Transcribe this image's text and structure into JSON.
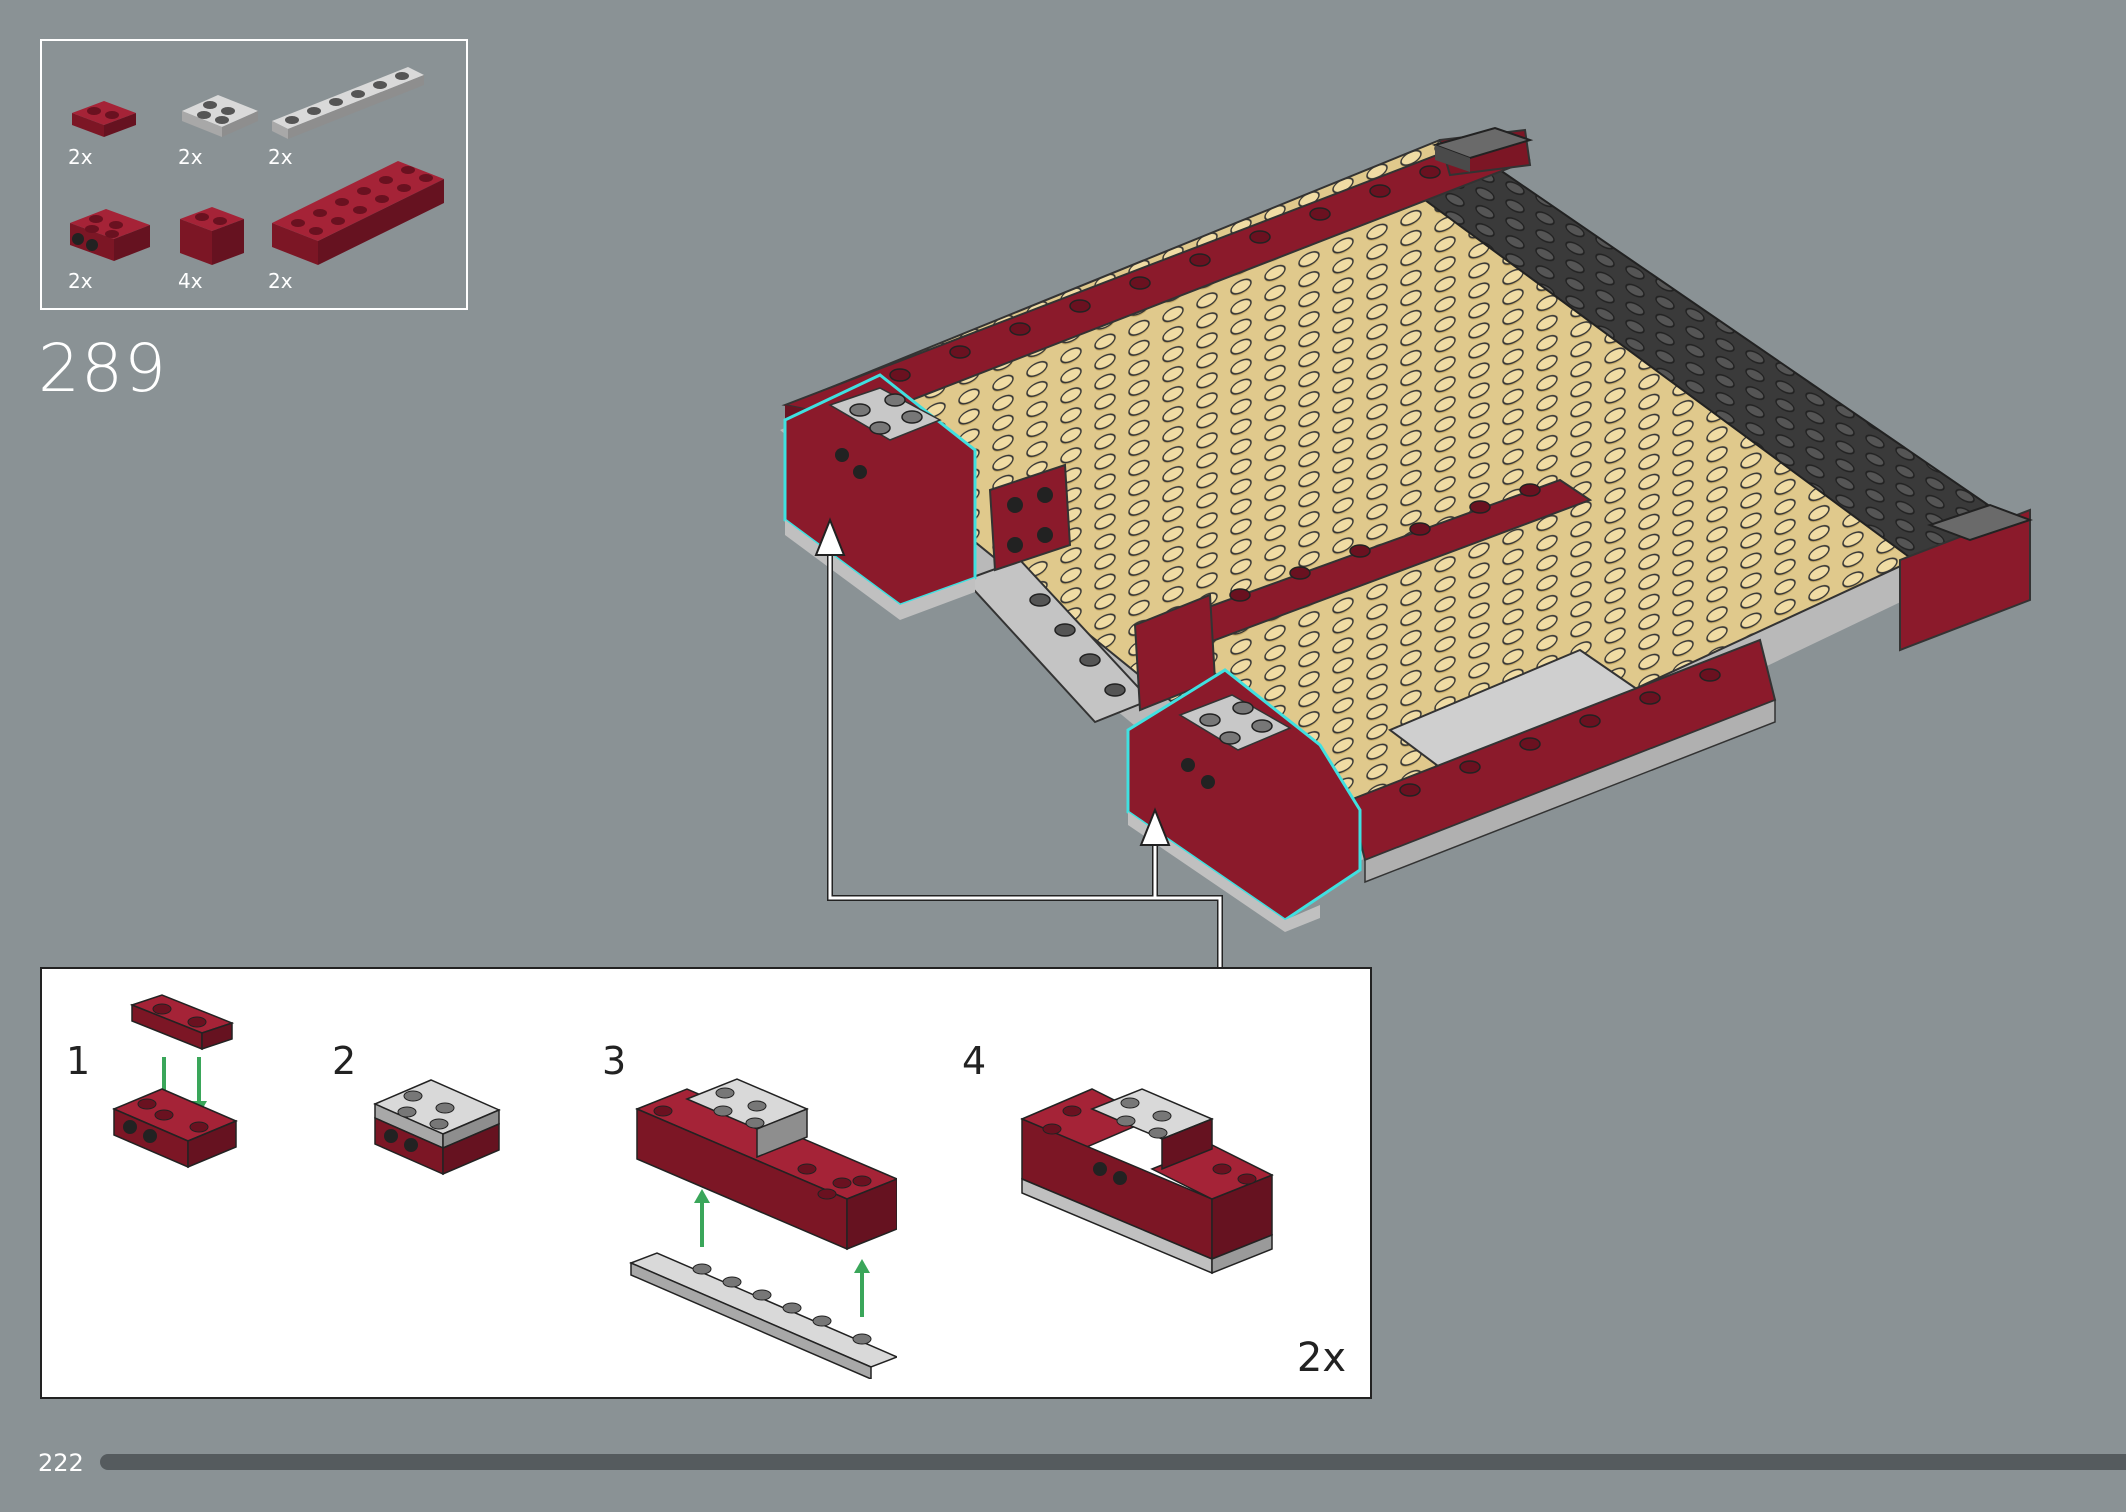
{
  "parts_list": {
    "items": [
      {
        "name": "dark-red-plate-1x2",
        "qty": "2x",
        "color": "#8b1a2b"
      },
      {
        "name": "light-gray-plate-2x2",
        "qty": "2x",
        "color": "#c8c8c8"
      },
      {
        "name": "light-gray-plate-1x6",
        "qty": "2x",
        "color": "#c8c8c8"
      },
      {
        "name": "dark-red-brick-2x2-side-studs",
        "qty": "2x",
        "color": "#8b1a2b"
      },
      {
        "name": "dark-red-brick-1x2",
        "qty": "4x",
        "color": "#8b1a2b"
      },
      {
        "name": "dark-red-brick-2x6",
        "qty": "2x",
        "color": "#8b1a2b"
      }
    ]
  },
  "step": {
    "number": "289"
  },
  "callout": {
    "substeps": [
      {
        "number": "1"
      },
      {
        "number": "2"
      },
      {
        "number": "3"
      },
      {
        "number": "4"
      }
    ],
    "multiplier": "2x"
  },
  "footer": {
    "page_number": "222",
    "progress_fraction": 1.0
  },
  "colors": {
    "background": "#8a9295",
    "dark_red": "#8b1a2b",
    "tan": "#e0c98c",
    "light_gray": "#c8c8c8",
    "dark_gray": "#3a3a3a",
    "highlight": "#40e0e0",
    "arrow_green": "#3aa65a"
  }
}
